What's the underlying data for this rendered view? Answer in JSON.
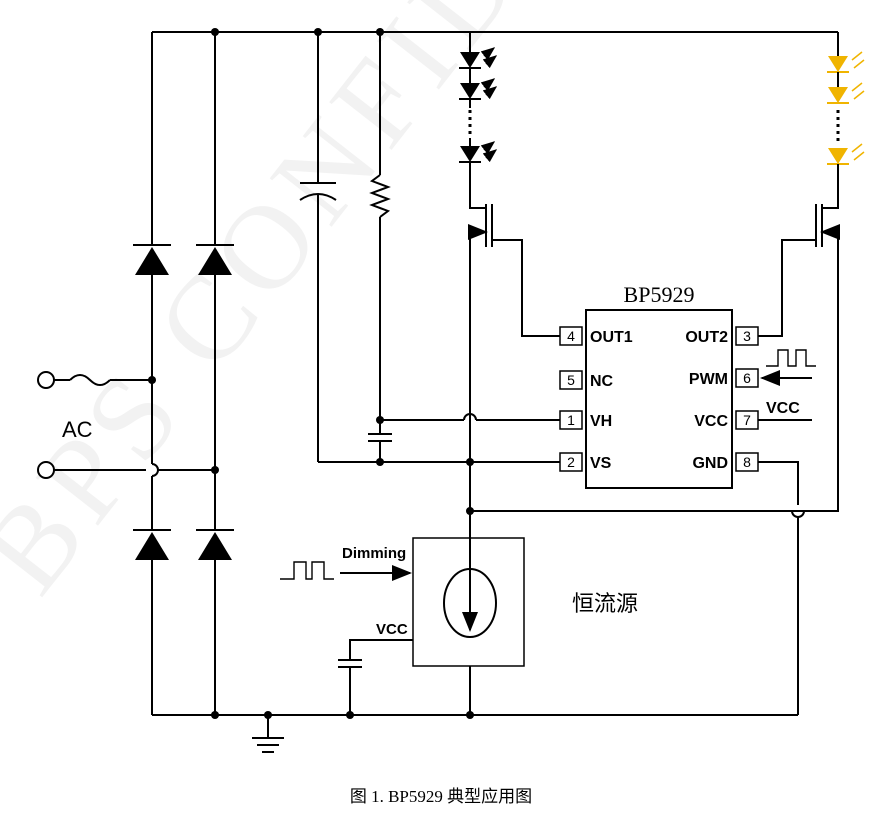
{
  "watermark": "BPS CONFIDENTIAL",
  "ic": {
    "name": "BP5929",
    "pins": [
      {
        "num": "4",
        "label": "OUT1"
      },
      {
        "num": "5",
        "label": "NC"
      },
      {
        "num": "1",
        "label": "VH"
      },
      {
        "num": "2",
        "label": "VS"
      },
      {
        "num": "3",
        "label": "OUT2"
      },
      {
        "num": "6",
        "label": "PWM"
      },
      {
        "num": "7",
        "label": "VCC"
      },
      {
        "num": "8",
        "label": "GND"
      }
    ]
  },
  "labels": {
    "ac": "AC",
    "vcc_pin7": "VCC",
    "dimming": "Dimming",
    "vcc_cs": "VCC",
    "constant_current": "恒流源"
  },
  "caption": "图  1. BP5929 典型应用图",
  "colors": {
    "line": "#000000",
    "led_white": "#000000",
    "led_amber": "#f0b400",
    "watermark": "#f2f2f2"
  }
}
